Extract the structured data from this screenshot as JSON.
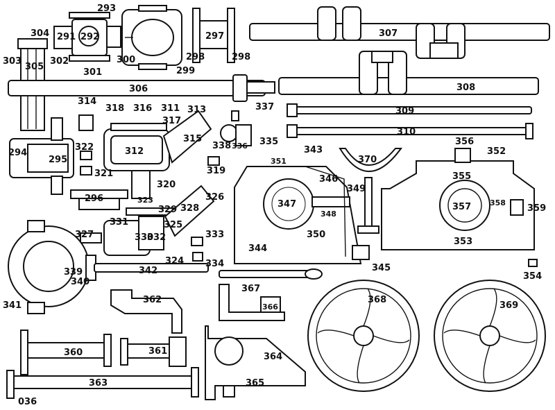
{
  "page_number": "036",
  "parts": [
    {
      "id": "291",
      "label": "291"
    },
    {
      "id": "292",
      "label": "292"
    },
    {
      "id": "293",
      "label": "293"
    },
    {
      "id": "294",
      "label": "294"
    },
    {
      "id": "295",
      "label": "295"
    },
    {
      "id": "296",
      "label": "296"
    },
    {
      "id": "297",
      "label": "297"
    },
    {
      "id": "298a",
      "label": "298"
    },
    {
      "id": "298b",
      "label": "298"
    },
    {
      "id": "299",
      "label": "299"
    },
    {
      "id": "300",
      "label": "300"
    },
    {
      "id": "301",
      "label": "301"
    },
    {
      "id": "302",
      "label": "302"
    },
    {
      "id": "303",
      "label": "303"
    },
    {
      "id": "304",
      "label": "304"
    },
    {
      "id": "305",
      "label": "305"
    },
    {
      "id": "306",
      "label": "306"
    },
    {
      "id": "307",
      "label": "307"
    },
    {
      "id": "308",
      "label": "308"
    },
    {
      "id": "309",
      "label": "309"
    },
    {
      "id": "310",
      "label": "310"
    },
    {
      "id": "311",
      "label": "311"
    },
    {
      "id": "312",
      "label": "312"
    },
    {
      "id": "313",
      "label": "313"
    },
    {
      "id": "314",
      "label": "314"
    },
    {
      "id": "315",
      "label": "315"
    },
    {
      "id": "316",
      "label": "316"
    },
    {
      "id": "317",
      "label": "317"
    },
    {
      "id": "318",
      "label": "318"
    },
    {
      "id": "319",
      "label": "319"
    },
    {
      "id": "320",
      "label": "320"
    },
    {
      "id": "321",
      "label": "321"
    },
    {
      "id": "322",
      "label": "322"
    },
    {
      "id": "323",
      "label": "323"
    },
    {
      "id": "324",
      "label": "324"
    },
    {
      "id": "325",
      "label": "325"
    },
    {
      "id": "326",
      "label": "326"
    },
    {
      "id": "327",
      "label": "327"
    },
    {
      "id": "328",
      "label": "328"
    },
    {
      "id": "329",
      "label": "329"
    },
    {
      "id": "330",
      "label": "330"
    },
    {
      "id": "331",
      "label": "331"
    },
    {
      "id": "332",
      "label": "332"
    },
    {
      "id": "333",
      "label": "333"
    },
    {
      "id": "334",
      "label": "334"
    },
    {
      "id": "335",
      "label": "335"
    },
    {
      "id": "336",
      "label": "336"
    },
    {
      "id": "337",
      "label": "337"
    },
    {
      "id": "338",
      "label": "338"
    },
    {
      "id": "339",
      "label": "339"
    },
    {
      "id": "340",
      "label": "340"
    },
    {
      "id": "341",
      "label": "341"
    },
    {
      "id": "342",
      "label": "342"
    },
    {
      "id": "343",
      "label": "343"
    },
    {
      "id": "344",
      "label": "344"
    },
    {
      "id": "345",
      "label": "345"
    },
    {
      "id": "346",
      "label": "346"
    },
    {
      "id": "347",
      "label": "347"
    },
    {
      "id": "348",
      "label": "348"
    },
    {
      "id": "349",
      "label": "349"
    },
    {
      "id": "350",
      "label": "350"
    },
    {
      "id": "351",
      "label": "351"
    },
    {
      "id": "352",
      "label": "352"
    },
    {
      "id": "353",
      "label": "353"
    },
    {
      "id": "354",
      "label": "354"
    },
    {
      "id": "355",
      "label": "355"
    },
    {
      "id": "356",
      "label": "356"
    },
    {
      "id": "357",
      "label": "357"
    },
    {
      "id": "358",
      "label": "358"
    },
    {
      "id": "359",
      "label": "359"
    },
    {
      "id": "360",
      "label": "360"
    },
    {
      "id": "361",
      "label": "361"
    },
    {
      "id": "362",
      "label": "362"
    },
    {
      "id": "363",
      "label": "363"
    },
    {
      "id": "364",
      "label": "364"
    },
    {
      "id": "365",
      "label": "365"
    },
    {
      "id": "366",
      "label": "366"
    },
    {
      "id": "367",
      "label": "367"
    },
    {
      "id": "368",
      "label": "368"
    },
    {
      "id": "369",
      "label": "369"
    },
    {
      "id": "370",
      "label": "370"
    }
  ]
}
